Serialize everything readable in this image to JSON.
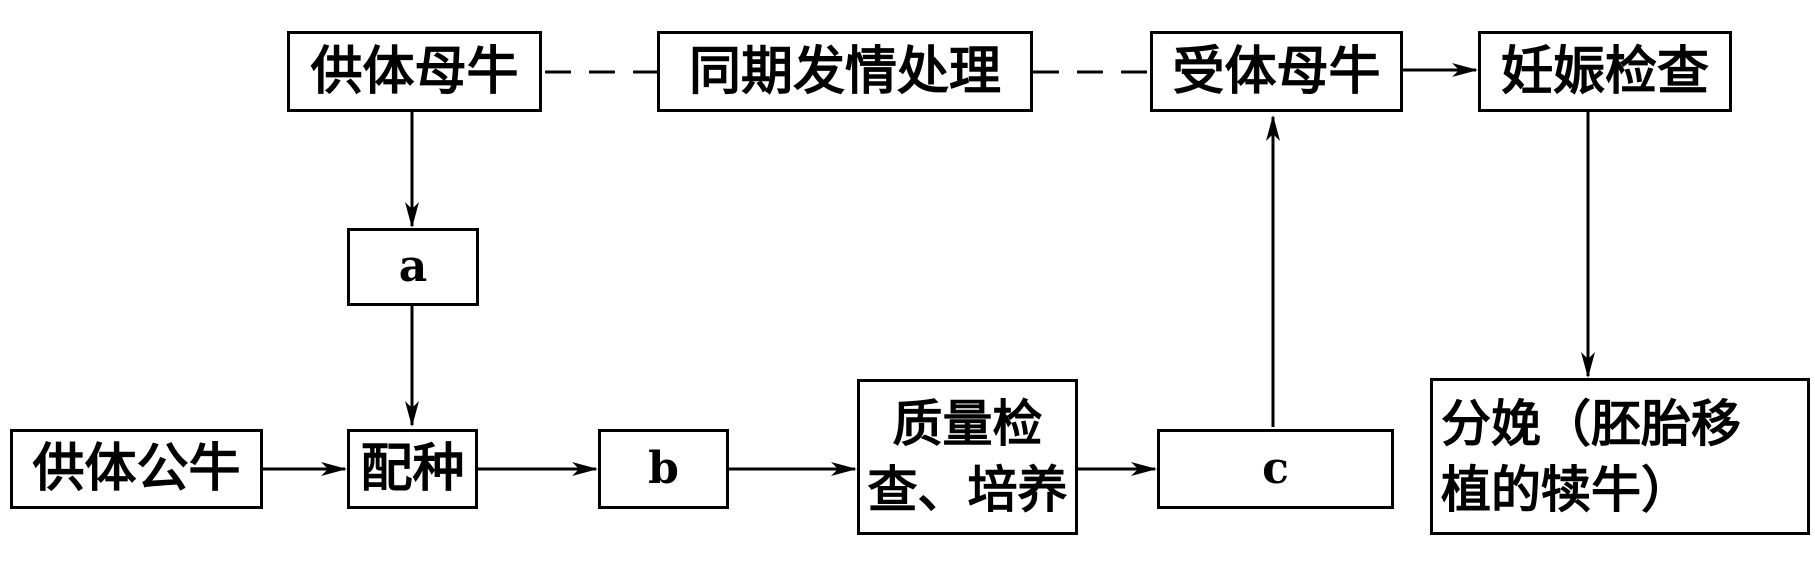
{
  "nodes": {
    "donor_cow": "供体母牛",
    "synchronization": "同期发情处理",
    "recipient_cow": "受体母牛",
    "pregnancy_check": "妊娠检查",
    "a": "a",
    "donor_bull": "供体公牛",
    "mating": "配种",
    "b": "b",
    "quality_check_line1": "质量检",
    "quality_check_line2": "查、培养",
    "c": "c",
    "calving_line1": "分娩（胚胎移",
    "calving_line2": "植的犊牛）"
  }
}
